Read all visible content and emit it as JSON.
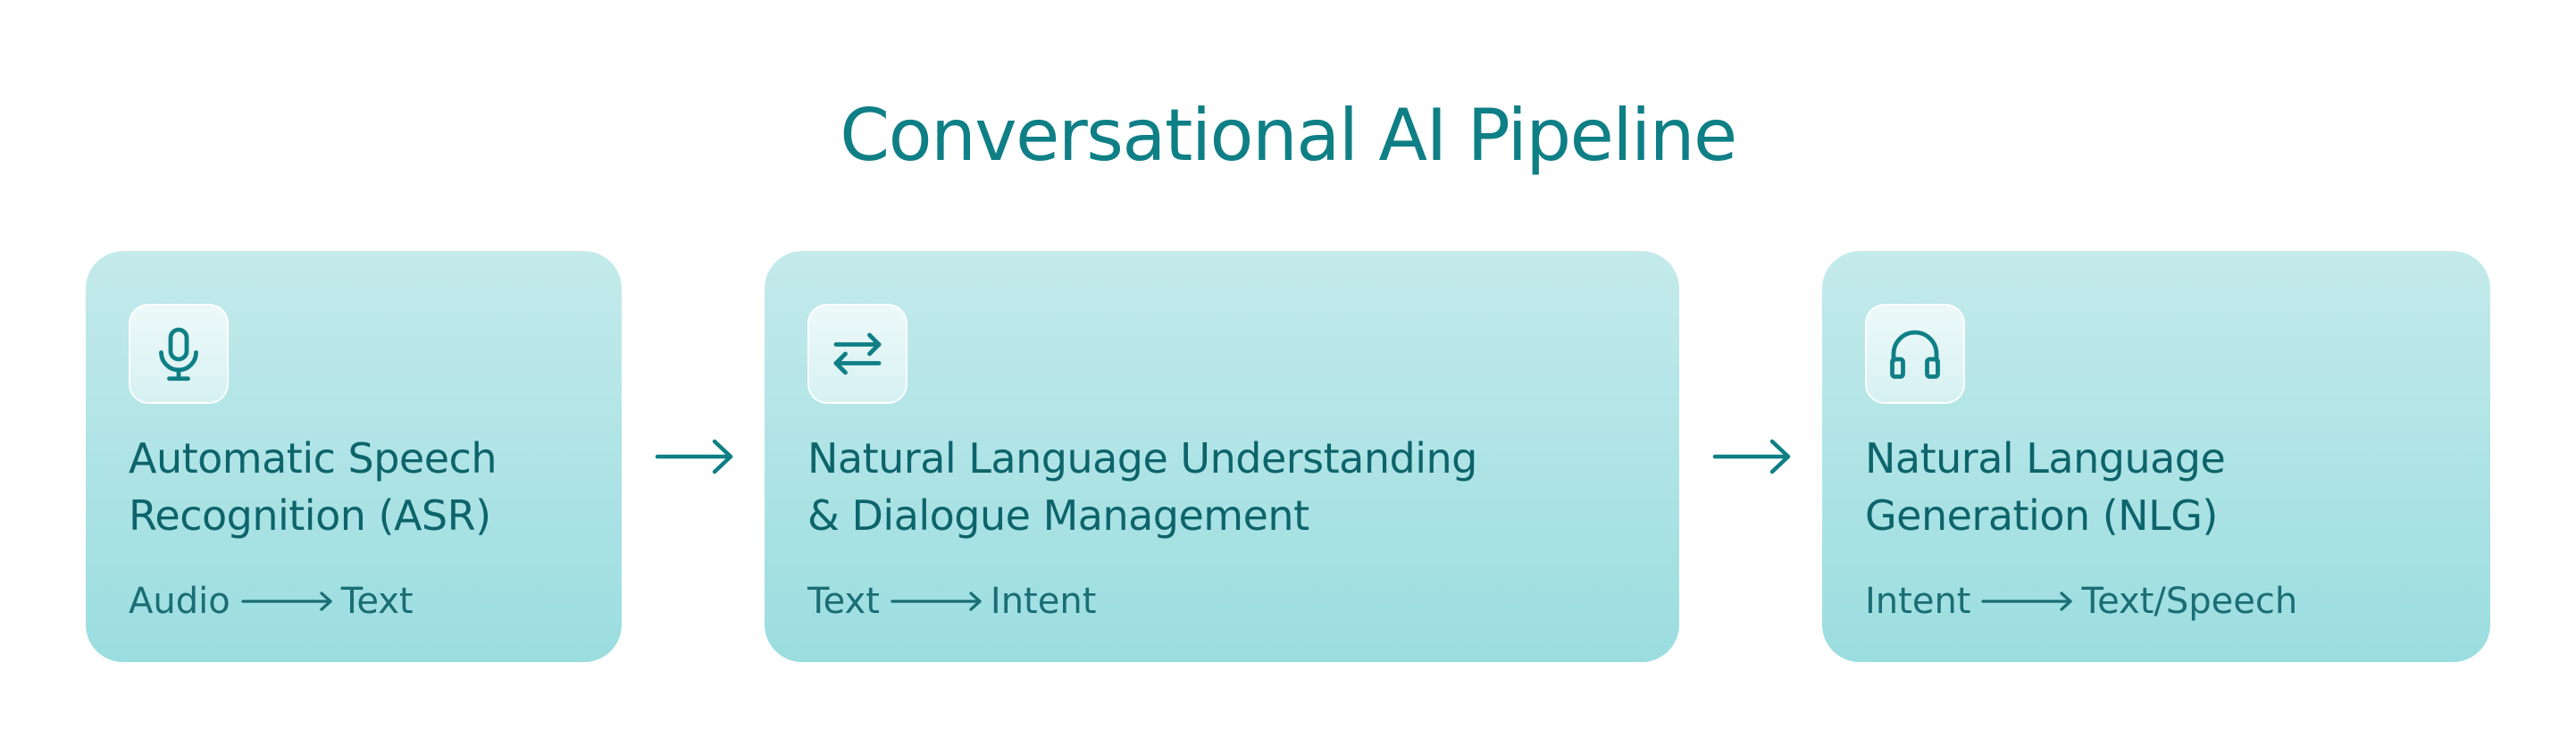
{
  "title": "Conversational AI Pipeline",
  "colors": {
    "accent": "#0f7f86",
    "card_top": "#c4eaeb",
    "card_bottom": "#9bdde0",
    "text_dark": "#0d646b"
  },
  "stages": [
    {
      "icon": "microphone-icon",
      "title_line1": "Automatic Speech",
      "title_line2": "Recognition (ASR)",
      "input": "Audio",
      "output": "Text"
    },
    {
      "icon": "swap-arrows-icon",
      "title_line1": "Natural Language Understanding",
      "title_line2": "& Dialogue Management",
      "input": "Text",
      "output": "Intent"
    },
    {
      "icon": "headphones-icon",
      "title_line1": "Natural Language",
      "title_line2": "Generation (NLG)",
      "input": "Intent",
      "output": "Text/Speech"
    }
  ],
  "connectors": [
    "arrow-right-icon",
    "arrow-right-icon"
  ]
}
